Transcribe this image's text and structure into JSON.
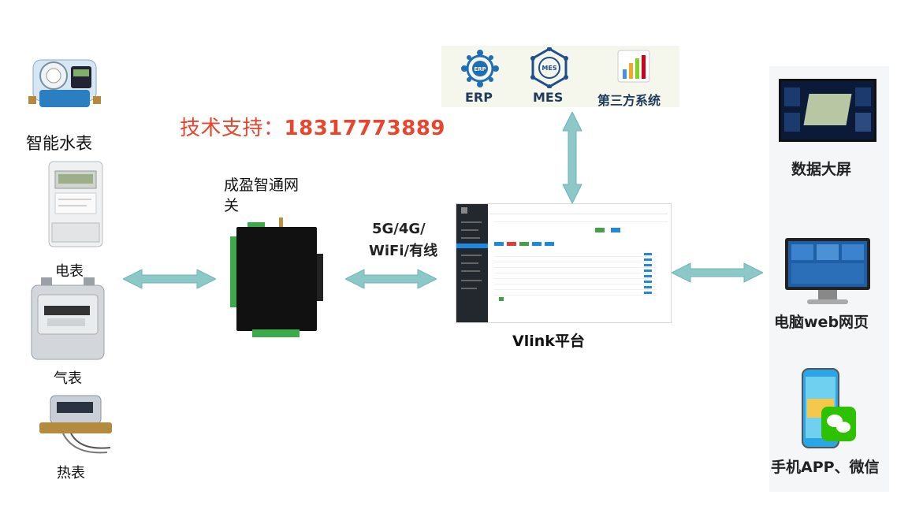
{
  "support": {
    "label": "技术支持：",
    "phone": "18317773889",
    "color": "#e8452c"
  },
  "meters": [
    {
      "id": "water",
      "label": "智能水表"
    },
    {
      "id": "electric",
      "label": "电表"
    },
    {
      "id": "gas",
      "label": "气表"
    },
    {
      "id": "heat",
      "label": "热表"
    }
  ],
  "gateway": {
    "label_line1": "成盈智通网",
    "label_line2": "关"
  },
  "link": {
    "line1": "5G/4G/",
    "line2": "WiFi/有线"
  },
  "platform": {
    "label": "Vlink平台"
  },
  "systems": [
    {
      "id": "erp",
      "label": "ERP",
      "badge": "ERP"
    },
    {
      "id": "mes",
      "label": "MES",
      "badge": "MES"
    },
    {
      "id": "third",
      "label": "第三方系统"
    }
  ],
  "clients": [
    {
      "id": "bigscreen",
      "label": "数据大屏"
    },
    {
      "id": "pc",
      "label": "电脑web网页"
    },
    {
      "id": "mobile",
      "label": "手机APP、微信"
    }
  ],
  "colors": {
    "arrow": "#8cc8c8",
    "arrow_stroke": "#6fb3b3",
    "erp": "#1f6fb5",
    "mes": "#1f4e8c"
  }
}
